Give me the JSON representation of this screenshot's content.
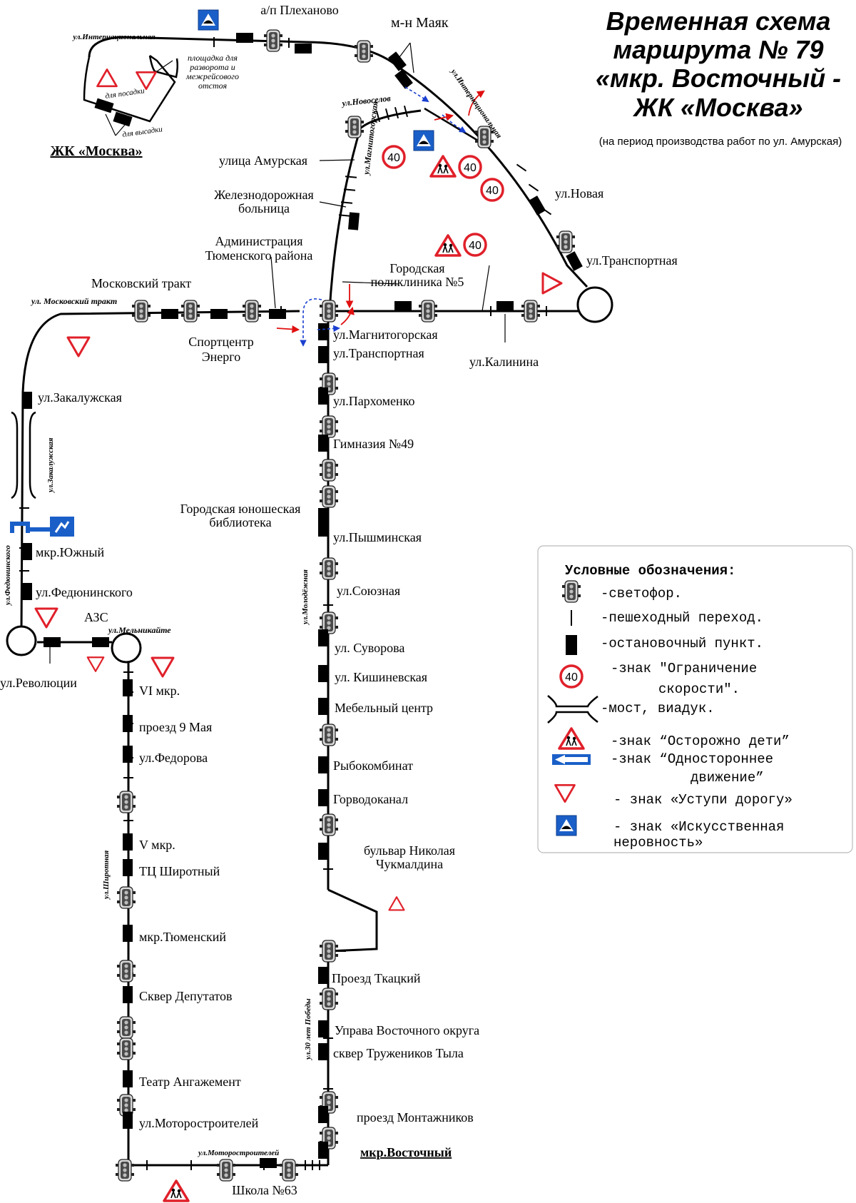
{
  "header": {
    "title_lines": [
      "Временная схема",
      "маршрута № 79",
      "«мкр. Восточный -",
      "ЖК «Москва»"
    ],
    "subtitle": "(на период производства работ по ул. Амурская)"
  },
  "labels": {
    "plekhanovo": "а/п Плеханово",
    "mayak": "м-н Маяк",
    "turnaround_lines": [
      "площадка для",
      "разворота и",
      "межрейсового",
      "отстоя"
    ],
    "boarding": "для посадки",
    "alighting": "для высадки",
    "zhk_moskva": "ЖК «Москва»",
    "amurskaya": "улица Амурская",
    "railway_hospital_lines": [
      "Железнодорожная",
      "больница"
    ],
    "administration_lines": [
      "Администрация",
      "Тюменского района"
    ],
    "moskovsky_trakt": "Московский тракт",
    "sport_center_lines": [
      "Спортцентр",
      "Энерго"
    ],
    "polyclinic_lines": [
      "Городская",
      "поликлиника №5"
    ],
    "kalinina": "ул.Калинина",
    "novaya": "ул.Новая",
    "transportnaya_right": "ул.Транспортная",
    "zakaluzhskaya": "ул.Закалужская",
    "yuzhny": "мкр.Южный",
    "fedyuninskogo": "ул.Федюнинского",
    "azs": "АЗС",
    "revolyutsii": "ул.Революции"
  },
  "street_labels": {
    "internatsionalnaya_top": "ул.Интернациональная",
    "internatsionalnaya_diag": "ул.Интернациональная",
    "novoselov": "ул.Новоселов",
    "magnitogorskaya": "ул.Магнитогорская",
    "moskovsky_trakt": "ул. Московский тракт",
    "zakaluzhskaya": "ул.Закалужская",
    "fedyuninskogo": "ул.Федюнинского",
    "melnikaite": "ул.Мельникайте",
    "molodezhnaya": "ул.Молодёжная",
    "shirotnaya": "ул.Широтная",
    "pobedy": "ул.30 лет Победы",
    "motorostroiteley": "ул.Моторостроителей"
  },
  "center_stops": [
    "ул.Магнитогорская",
    "ул.Транспортная",
    "ул.Пархоменко",
    "Гимназия №49",
    "Городская юношеская библиотека",
    "ул.Пышминская",
    "ул.Союзная",
    "ул. Суворова",
    "ул. Кишиневская",
    "Мебельный центр",
    "Рыбокомбинат",
    "Горводоканал",
    "бульвар Николая Чукмалдина"
  ],
  "east_stops": [
    "Проезд Ткацкий",
    "Управа Восточного округа",
    "сквер Тружеников Тыла",
    "проезд Монтажников",
    "мкр.Восточный"
  ],
  "shirotnaya_stops": [
    "VI мкр.",
    "проезд 9 Мая",
    "ул.Федорова",
    "V мкр.",
    "ТЦ Широтный",
    "мкр.Тюменский",
    "Сквер Депутатов",
    "Театр Ангажемент",
    "ул.Моторостроителей"
  ],
  "bottom_stop": "Школа №63",
  "speed_value": "40",
  "legend": {
    "title": "Условные обозначения:",
    "items": [
      "-светофор.",
      "-пешеходный переход.",
      "-остановочный пункт.",
      "-знак \"Ограничение",
      "скорости\".",
      "-мост, виадук.",
      "-знак “Осторожно дети”",
      "-знак “Одностороннее",
      "движение”",
      "- знак «Уступи дорогу»",
      "- знак «Искусственная",
      "неровность»"
    ]
  },
  "colors": {
    "route": "#000000",
    "sign_red": "#e0202a",
    "sign_blue": "#1a5fc8",
    "arrow_red": "#e01010",
    "arrow_blue": "#1a3fd0",
    "light_body": "#4a4a4a"
  },
  "icons": [
    "traffic-light-icon",
    "stop-marker-icon",
    "speed-limit-40-icon",
    "children-sign-icon",
    "one-way-sign-icon",
    "yield-sign-icon",
    "speed-bump-sign-icon",
    "bridge-icon",
    "pedestrian-tunnel-icon",
    "roundabout-icon"
  ]
}
